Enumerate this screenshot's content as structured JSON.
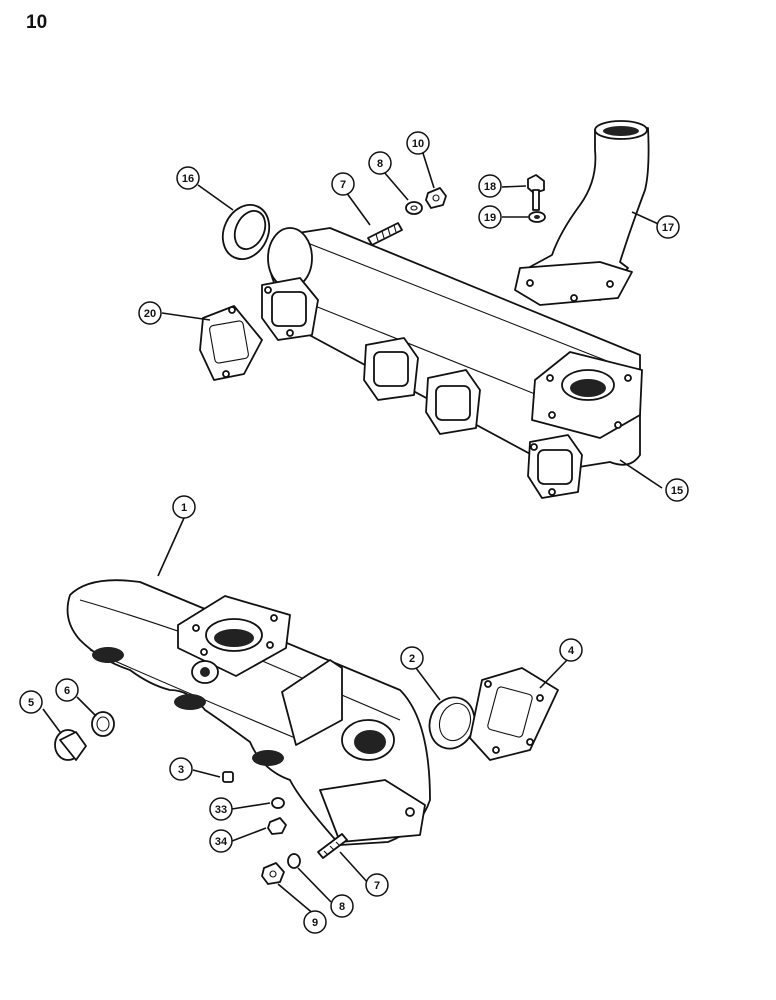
{
  "page_number": "10",
  "callouts": [
    {
      "label": "1"
    },
    {
      "label": "2"
    },
    {
      "label": "3"
    },
    {
      "label": "4"
    },
    {
      "label": "5"
    },
    {
      "label": "6"
    },
    {
      "label": "7"
    },
    {
      "label": "7"
    },
    {
      "label": "8"
    },
    {
      "label": "8"
    },
    {
      "label": "9"
    },
    {
      "label": "10"
    },
    {
      "label": "15"
    },
    {
      "label": "16"
    },
    {
      "label": "17"
    },
    {
      "label": "18"
    },
    {
      "label": "19"
    },
    {
      "label": "20"
    },
    {
      "label": "33"
    },
    {
      "label": "34"
    }
  ]
}
